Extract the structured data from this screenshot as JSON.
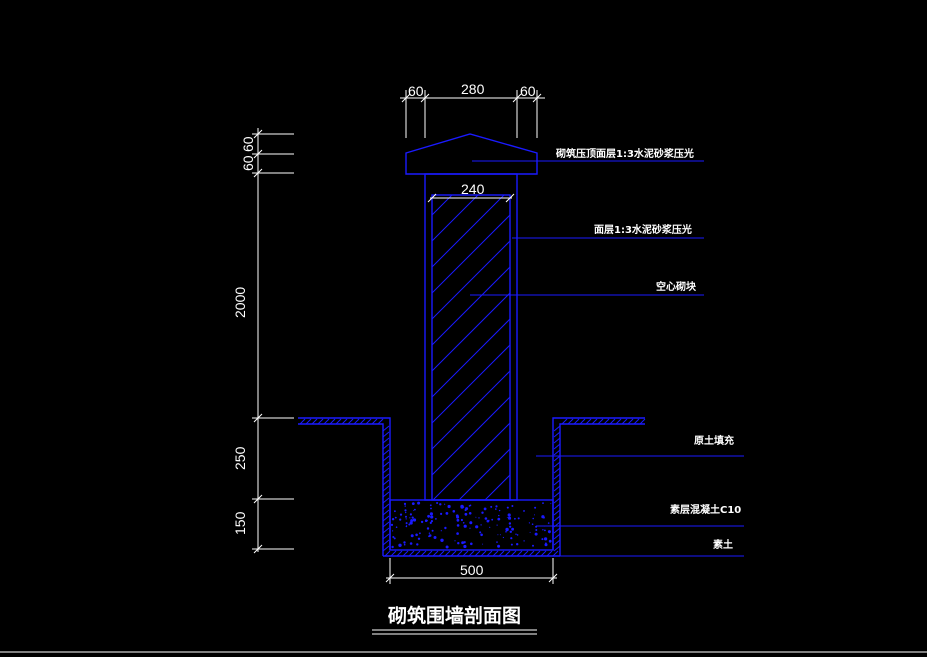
{
  "drawing": {
    "title": "砌筑围墙剖面图",
    "dimensions": {
      "top_left_cap": "60",
      "top_width": "280",
      "top_right_cap": "60",
      "wall_width": "240",
      "left_cap_a": "60",
      "left_cap_b": "60",
      "wall_height": "2000",
      "foundation_depth": "250",
      "base_thickness": "150",
      "base_width": "500"
    },
    "notes": {
      "cap": "砌筑压顶面层1:3水泥砂浆压光",
      "surface": "面层1:3水泥砂浆压光",
      "block": "空心砌块",
      "backfill": "原土填充",
      "base": "素层混凝土C10",
      "soil": "素土"
    }
  },
  "colors": {
    "background": "#000000",
    "structure": "#1a1aff",
    "dimension": "#ffffff"
  }
}
